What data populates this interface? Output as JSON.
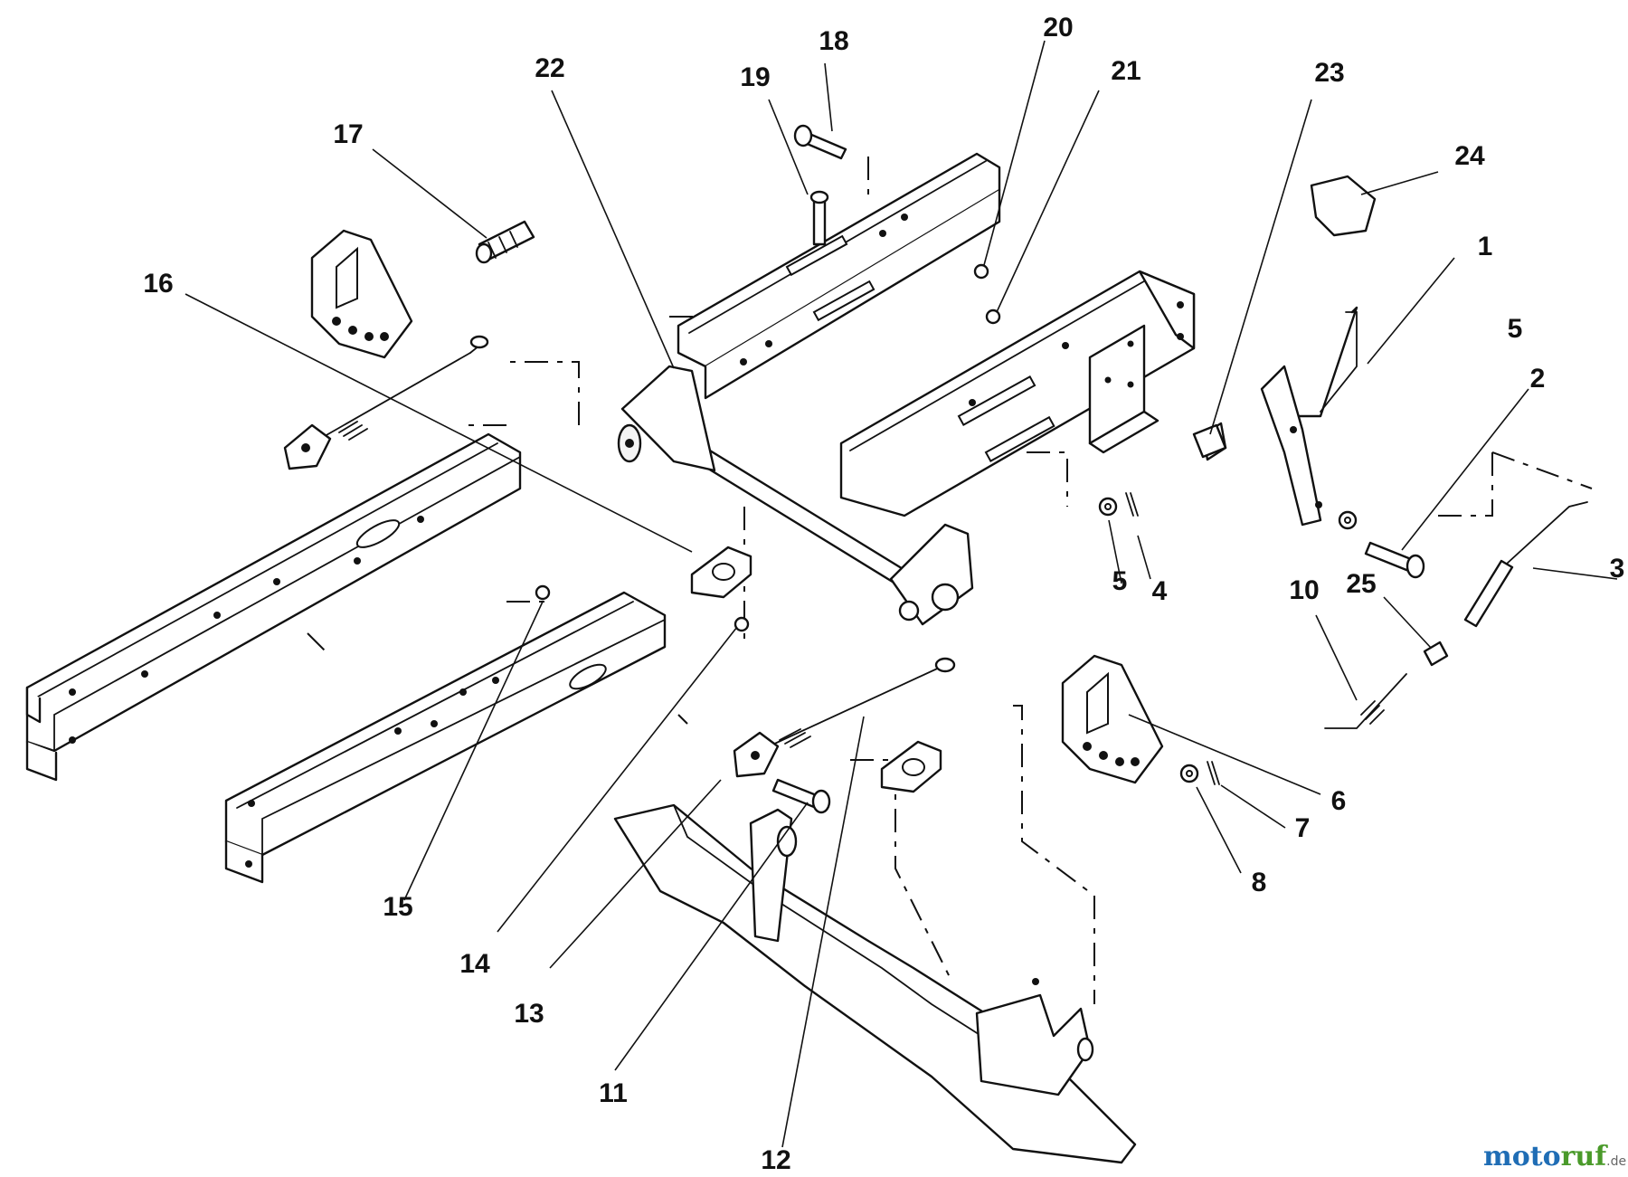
{
  "diagram": {
    "type": "exploded-parts-diagram",
    "callouts": [
      {
        "id": "1",
        "label": "1"
      },
      {
        "id": "2",
        "label": "2"
      },
      {
        "id": "3",
        "label": "3"
      },
      {
        "id": "4",
        "label": "4"
      },
      {
        "id": "5a",
        "label": "5"
      },
      {
        "id": "5b",
        "label": "5"
      },
      {
        "id": "6",
        "label": "6"
      },
      {
        "id": "7",
        "label": "7"
      },
      {
        "id": "8",
        "label": "8"
      },
      {
        "id": "10",
        "label": "10"
      },
      {
        "id": "11",
        "label": "11"
      },
      {
        "id": "12",
        "label": "12"
      },
      {
        "id": "13",
        "label": "13"
      },
      {
        "id": "14",
        "label": "14"
      },
      {
        "id": "15",
        "label": "15"
      },
      {
        "id": "16",
        "label": "16"
      },
      {
        "id": "17",
        "label": "17"
      },
      {
        "id": "18",
        "label": "18"
      },
      {
        "id": "19",
        "label": "19"
      },
      {
        "id": "20",
        "label": "20"
      },
      {
        "id": "21",
        "label": "21"
      },
      {
        "id": "22",
        "label": "22"
      },
      {
        "id": "23",
        "label": "23"
      },
      {
        "id": "24",
        "label": "24"
      },
      {
        "id": "25",
        "label": "25"
      }
    ]
  },
  "watermark": {
    "part1": "moto",
    "part2": "ruf",
    "suffix": ".de"
  }
}
